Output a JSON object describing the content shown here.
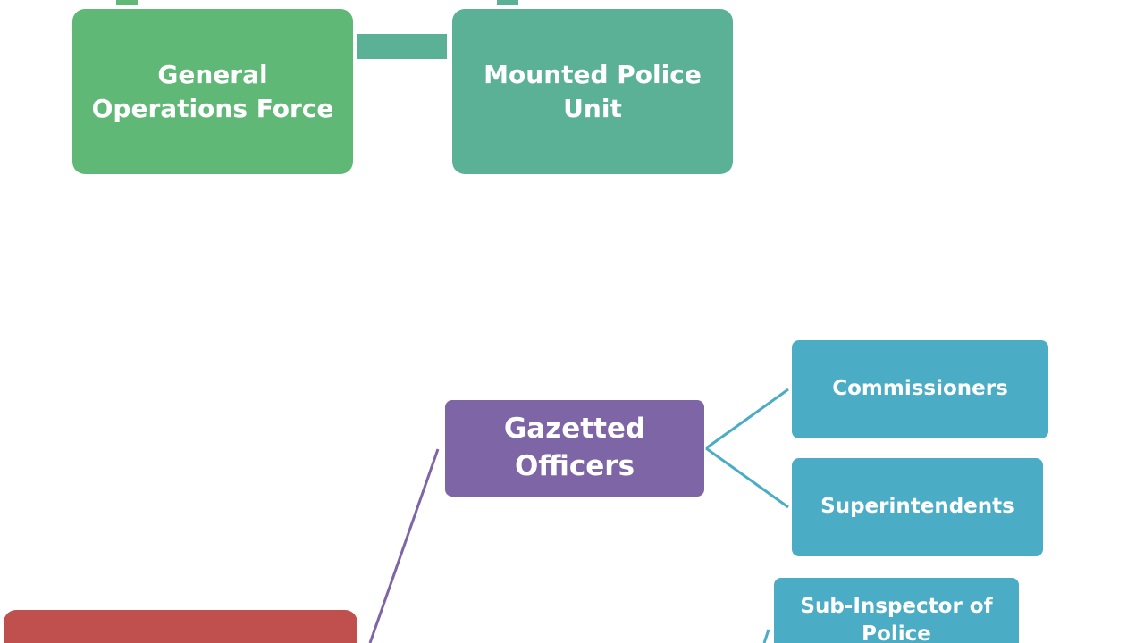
{
  "diagram": {
    "colors": {
      "green": "#5fb876",
      "teal": "#5bb196",
      "purple": "#7e65a6",
      "blue": "#4bacc6",
      "red": "#c0504d",
      "connector_green": "#5fb876",
      "connector_blue": "#4bacc6",
      "connector_purple": "#7e65a6"
    },
    "nodes": {
      "general_operations_force": "General\nOperations Force",
      "mounted_police_unit": "Mounted Police\nUnit",
      "gazetted_officers": "Gazetted\nOfficers",
      "commissioners": "Commissioners",
      "superintendents": "Superintendents",
      "sub_inspector": "Sub-Inspector of\nPolice"
    }
  }
}
